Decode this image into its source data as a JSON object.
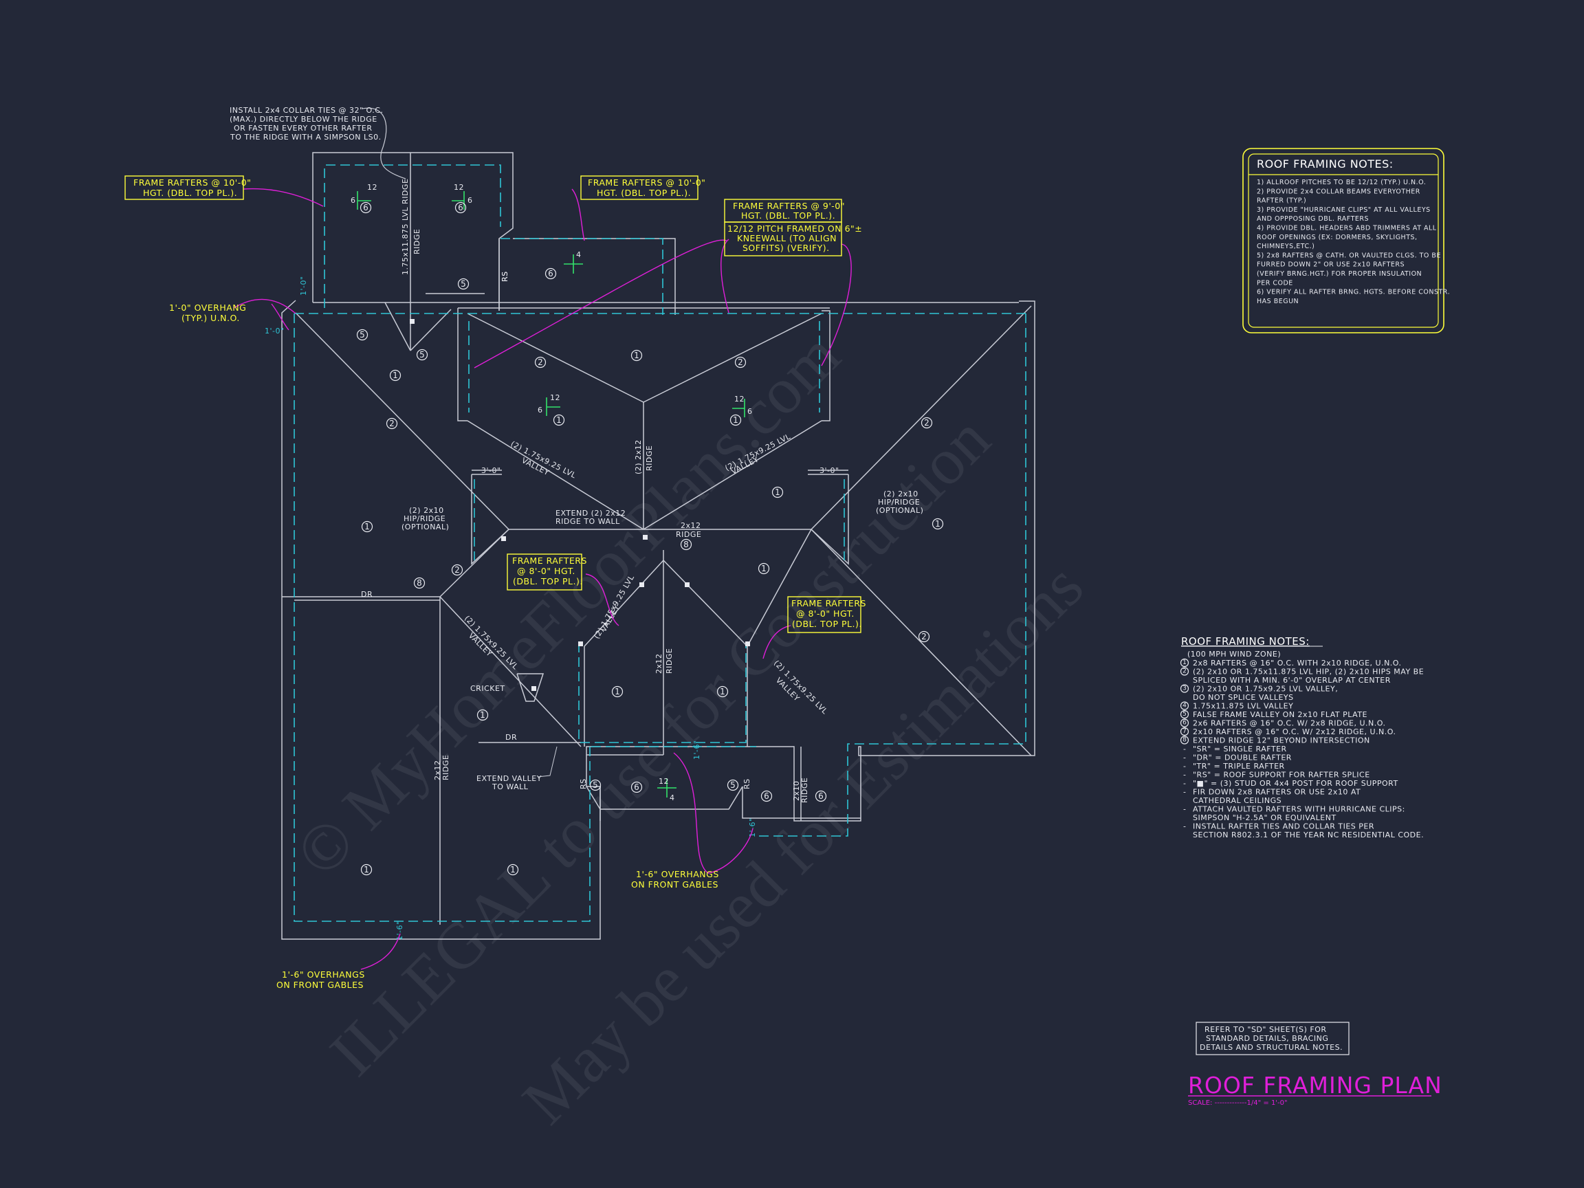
{
  "watermark": {
    "line1": "© MyHomeFloorPlans.com",
    "line2": "ILLEGAL to use for Construction",
    "line3": "May be used for Estimations"
  },
  "callouts": {
    "collar_ties": [
      "INSTALL 2x4 COLLAR TIES @ 32\" O.C.",
      "(MAX.) DIRECTLY BELOW THE RIDGE",
      "OR FASTEN EVERY OTHER RAFTER",
      "TO THE RIDGE WITH A SIMPSON LS0."
    ],
    "frame_10_left": [
      "FRAME RAFTERS @ 10'-0\"",
      "HGT. (DBL. TOP PL.)."
    ],
    "frame_10_right": [
      "FRAME RAFTERS @ 10'-0\"",
      "HGT. (DBL. TOP PL.)."
    ],
    "frame_9": [
      "FRAME RAFTERS @ 9'-0\"",
      "HGT. (DBL. TOP PL.)."
    ],
    "kneewall": [
      "12/12 PITCH FRAMED ON 6\"±",
      "KNEEWALL (TO ALIGN",
      "SOFFITS) (VERIFY)."
    ],
    "overhang_typ": [
      "1'-0\" OVERHANG",
      "(TYP.) U.N.O."
    ],
    "frame_8_center": [
      "FRAME RAFTERS",
      "@ 8'-0\" HGT.",
      "(DBL. TOP PL.)."
    ],
    "frame_8_right": [
      "FRAME RAFTERS",
      "@ 8'-0\" HGT.",
      "(DBL. TOP PL.)."
    ],
    "overhang_front_1": [
      "1'-6\" OVERHANGS",
      "ON FRONT GABLES"
    ],
    "overhang_front_2": [
      "1'-6\" OVERHANGS",
      "ON FRONT GABLES"
    ]
  },
  "plan_labels": {
    "ridge_lvl": "1.75x11.875 LVL RIDGE",
    "rs": "RS",
    "valley_a": [
      "(2) 1.75x9.25 LVL",
      "VALLEY"
    ],
    "valley_b": [
      "(2) 1.75x9.25 LVL",
      "VALLEY"
    ],
    "valley_c": [
      "(2) 1.75x9.25 LVL",
      "VALLEY"
    ],
    "valley_d": [
      "(2) 1.75x9.25 LVL",
      "VALLEY"
    ],
    "valley_e": [
      "(2) 1.75x9.25 LVL",
      "VALLEY"
    ],
    "ridge_2x12_top": [
      "(2) 2x12",
      "RIDGE"
    ],
    "ridge_2x12_mid": [
      "2x12",
      "RIDGE"
    ],
    "ridge_2x12_center": [
      "2x12",
      "RIDGE"
    ],
    "ridge_2x12_left": [
      "2x12",
      "RIDGE"
    ],
    "ridge_2x10": [
      "2x10",
      "RIDGE"
    ],
    "hip_left": [
      "(2) 2x10",
      "HIP/RIDGE",
      "(OPTIONAL)"
    ],
    "hip_right": [
      "(2) 2x10",
      "HIP/RIDGE",
      "(OPTIONAL)"
    ],
    "extend_ridge": [
      "EXTEND (2) 2x12",
      "RIDGE TO WALL"
    ],
    "dim_3_0": "3'-0\"",
    "dr": "DR",
    "cricket": "CRICKET",
    "extend_valley": [
      "EXTEND VALLEY",
      "TO WALL"
    ],
    "overhang_1_0": "1'-0\"",
    "overhang_1_6": "1'-6\"",
    "pitch_12": "12",
    "pitch_6": "6",
    "pitch_4": "4"
  },
  "notes_box": {
    "title": "ROOF FRAMING NOTES:",
    "items": [
      "1) ALLROOF PITCHES TO BE 12/12 (TYP.) U.N.O.",
      "2) PROVIDE 2x4 COLLAR BEAMS EVERYOTHER",
      "    RAFTER (TYP.)",
      "3) PROVIDE \"HURRICANE CLIPS\" AT ALL VALLEYS",
      "    AND OPPPOSING DBL. RAFTERS",
      "4) PROVIDE DBL. HEADERS ABD TRIMMERS AT ALL",
      "    ROOF OPENINGS (EX: DORMERS, SKYLIGHTS,",
      "    CHIMNEYS,ETC.)",
      "5) 2x8 RAFTERS @ CATH. OR VAULTED CLGS. TO BE",
      "    FURRED DOWN 2\" OR USE 2x10 RAFTERS",
      "    (VERIFY BRNG.HGT.) FOR PROPER INSULATION",
      "    PER CODE",
      "6) VERIFY ALL RAFTER BRNG. HGTS. BEFORE CONSTR.",
      "    HAS BEGUN"
    ]
  },
  "legend": {
    "title": "ROOF FRAMING NOTES:",
    "wind": "(100 MPH WIND ZONE)",
    "numbered": [
      {
        "n": "1",
        "lines": [
          "2x8 RAFTERS @ 16\" O.C. WITH 2x10 RIDGE, U.N.O."
        ]
      },
      {
        "n": "2",
        "lines": [
          "(2) 2x10 OR 1.75x11.875 LVL HIP, (2) 2x10 HIPS MAY BE",
          "SPLICED WITH A MIN. 6'-0\" OVERLAP AT CENTER"
        ]
      },
      {
        "n": "3",
        "lines": [
          "(2) 2x10 OR 1.75x9.25 LVL VALLEY,",
          "DO NOT SPLICE VALLEYS"
        ]
      },
      {
        "n": "4",
        "lines": [
          "1.75x11.875 LVL VALLEY"
        ]
      },
      {
        "n": "5",
        "lines": [
          "FALSE FRAME VALLEY ON 2x10 FLAT PLATE"
        ]
      },
      {
        "n": "6",
        "lines": [
          "2x6 RAFTERS @ 16\" O.C. W/ 2x8 RIDGE, U.N.O."
        ]
      },
      {
        "n": "7",
        "lines": [
          "2x10 RAFTERS @ 16\" O.C. W/ 2x12 RIDGE, U.N.O."
        ]
      },
      {
        "n": "8",
        "lines": [
          "EXTEND RIDGE 12\" BEYOND INTERSECTION"
        ]
      }
    ],
    "dashed": [
      [
        "\"SR\"  = SINGLE RAFTER"
      ],
      [
        "\"DR\"  = DOUBLE RAFTER"
      ],
      [
        "\"TR\"  = TRIPLE RAFTER"
      ],
      [
        "\"RS\"  = ROOF SUPPORT FOR RAFTER SPLICE"
      ],
      [
        "\"■\"   = (3) STUD OR 4x4 POST FOR ROOF SUPPORT"
      ],
      [
        "FIR DOWN 2x8 RAFTERS OR USE 2x10 AT",
        "CATHEDRAL CEILINGS"
      ],
      [
        "ATTACH VAULTED RAFTERS WITH HURRICANE CLIPS:",
        "SIMPSON \"H-2.5A\" OR EQUIVALENT"
      ],
      [
        "INSTALL RAFTER TIES AND COLLAR TIES PER",
        "SECTION R802.3.1 OF THE YEAR NC RESIDENTIAL CODE."
      ]
    ]
  },
  "refer_box": [
    "REFER TO \"SD\" SHEET(S) FOR",
    "STANDARD DETAILS, BRACING",
    "DETAILS AND STRUCTURAL NOTES."
  ],
  "title_block": {
    "title": "ROOF FRAMING PLAN",
    "scale": "SCALE: -------------1/4\" = 1'-0\""
  },
  "colors": {
    "background": "#232838",
    "linework": "#c9ccd6",
    "overhang_dashed": "#2fc6d6",
    "leader": "#e01fd9",
    "note_yellow": "#ffff3a",
    "title_magenta": "#e01fd9",
    "pitch_green": "#33e36a"
  }
}
